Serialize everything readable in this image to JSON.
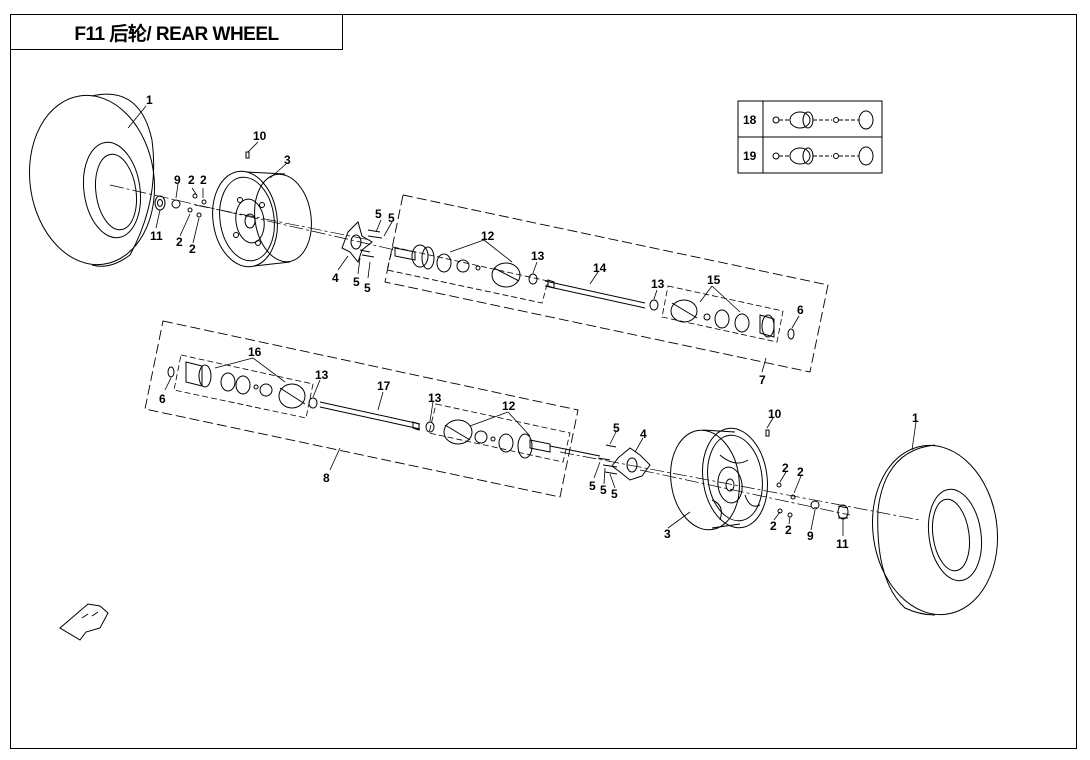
{
  "title": "F11 后轮/ REAR WHEEL",
  "callouts": {
    "tire_left": "1",
    "tire_right": "1",
    "bolt_l_a": "2",
    "bolt_l_b": "2",
    "bolt_l_c": "2",
    "bolt_l_d": "2",
    "bolt_r_a": "2",
    "bolt_r_b": "2",
    "bolt_r_c": "2",
    "bolt_r_d": "2",
    "rim_left": "3",
    "rim_right": "3",
    "hub_left": "4",
    "hub_right": "4",
    "stud_l_a": "5",
    "stud_l_b": "5",
    "stud_l_c": "5",
    "stud_l_d": "5",
    "stud_r_a": "5",
    "stud_r_b": "5",
    "stud_r_c": "5",
    "stud_r_d": "5",
    "clip_upper": "6",
    "clip_lower": "6",
    "shaft_assy_upper": "7",
    "shaft_assy_lower": "8",
    "nut_left": "9",
    "nut_right": "9",
    "valve_left": "10",
    "valve_right": "10",
    "cap_left": "11",
    "cap_right": "11",
    "outer_cv_upper": "12",
    "outer_cv_lower": "12",
    "boot_u_a": "13",
    "boot_u_b": "13",
    "boot_l_a": "13",
    "boot_l_b": "13",
    "shaft_upper": "14",
    "inner_cv_upper": "15",
    "inner_cv_lower": "16",
    "shaft_lower": "17",
    "kit_a": "18",
    "kit_b": "19"
  }
}
